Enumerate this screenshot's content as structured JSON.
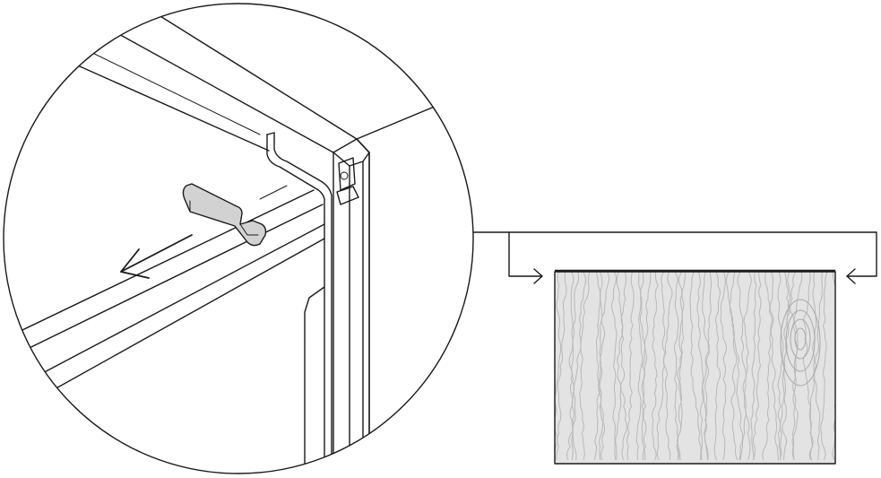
{
  "colors": {
    "line": "#1a1a1a",
    "background": "#ffffff",
    "clip_fill": "#d2d2d2",
    "wood_fill": "#e3e3e3",
    "wood_grain": "#b9b9b9"
  },
  "elements": {
    "zoom_circle": "detail-magnifier",
    "cabinet_frame": "cabinet-corner",
    "clip": "mounting-clip",
    "direction_arrow": "slide-direction-arrow",
    "wood_panel": "wood-panel",
    "bracket": "attachment-bracket"
  }
}
